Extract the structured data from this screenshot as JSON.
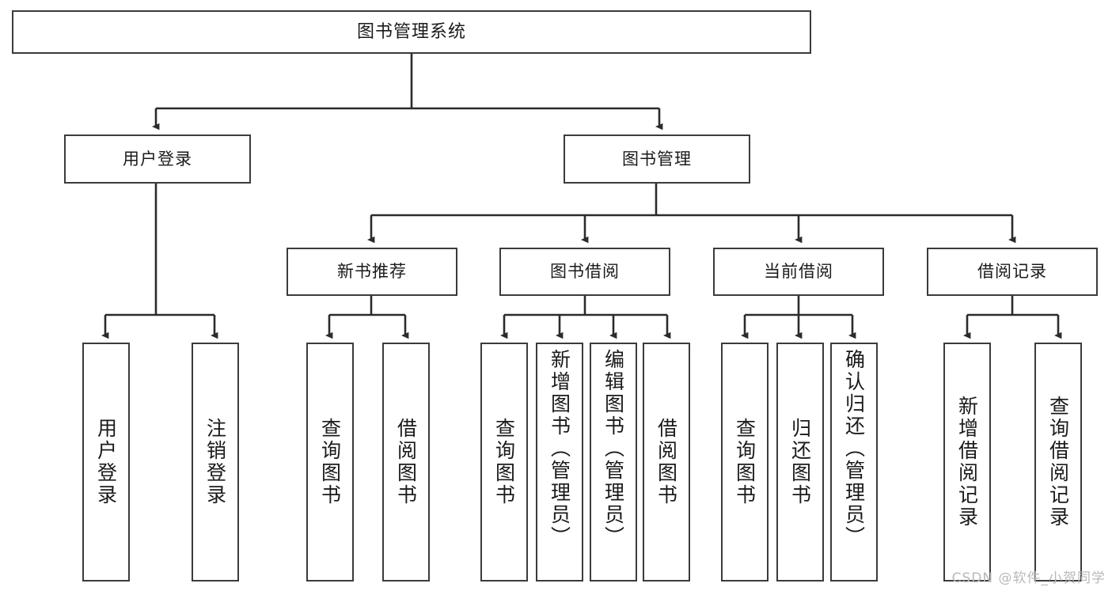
{
  "diagram": {
    "title": "图书管理系统",
    "type": "tree-hierarchy-chart",
    "watermark": "CSDN @软件_小贺同学",
    "style": {
      "box_border": "#3b3b3b",
      "line": "#2b2b2b",
      "background": "#ffffff"
    }
  },
  "nodes": {
    "root": {
      "label": "图书管理系统"
    },
    "level2": [
      {
        "label": "用户登录"
      },
      {
        "label": "图书管理"
      }
    ],
    "level3": [
      {
        "label": "新书推荐"
      },
      {
        "label": "图书借阅"
      },
      {
        "label": "当前借阅"
      },
      {
        "label": "借阅记录"
      }
    ],
    "leaves": {
      "user_login": [
        {
          "label": "用户登录"
        },
        {
          "label": "注销登录"
        }
      ],
      "new_book": [
        {
          "label": "查询图书"
        },
        {
          "label": "借阅图书"
        }
      ],
      "book_borrow": [
        {
          "label": "查询图书"
        },
        {
          "label": "新增图书（管理员）"
        },
        {
          "label": "编辑图书（管理员）"
        },
        {
          "label": "借阅图书"
        }
      ],
      "current_borrow": [
        {
          "label": "查询图书"
        },
        {
          "label": "归还图书"
        },
        {
          "label": "确认归还（管理员）"
        }
      ],
      "borrow_record": [
        {
          "label": "新增借阅记录"
        },
        {
          "label": "查询借阅记录"
        }
      ]
    }
  }
}
